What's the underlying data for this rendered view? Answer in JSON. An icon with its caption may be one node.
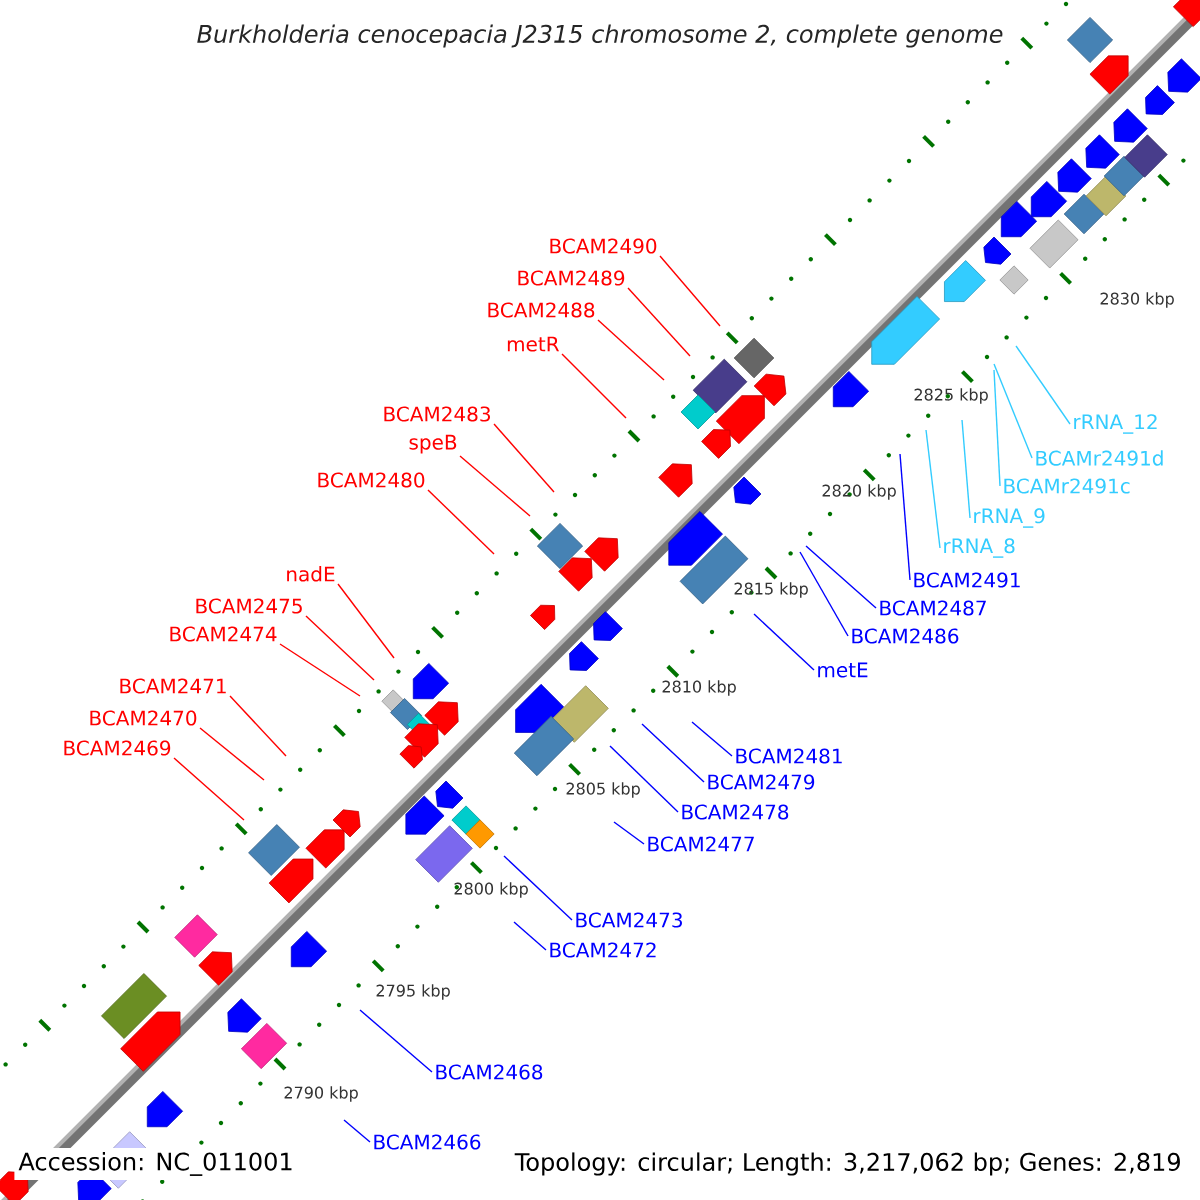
{
  "diagram": {
    "title": "Burkholderia cenocepacia J2315 chromosome 2, complete genome",
    "nodes": [
      {
        "text": [
          "BCAM2490"
        ]
      },
      {
        "text": [
          "BCAM2489"
        ]
      },
      {
        "text": [
          "BCAM2488"
        ]
      },
      {
        "text": [
          "metR"
        ]
      },
      {
        "text": [
          "BCAM2483"
        ]
      },
      {
        "text": [
          "rRNA_12"
        ]
      },
      {
        "text": [
          "speB"
        ]
      },
      {
        "text": [
          "BCAMr2491d"
        ]
      },
      {
        "text": [
          "BCAM2480"
        ]
      },
      {
        "text": [
          "BCAMr2491c"
        ]
      },
      {
        "text": [
          "rRNA_9"
        ]
      },
      {
        "text": [
          "rRNA_8"
        ]
      },
      {
        "text": [
          "nadE"
        ]
      },
      {
        "text": [
          "BCAM2491"
        ]
      },
      {
        "text": [
          "BCAM2475"
        ]
      },
      {
        "text": [
          "BCAM2487"
        ]
      },
      {
        "text": [
          "BCAM2474"
        ]
      },
      {
        "text": [
          "BCAM2486"
        ]
      },
      {
        "text": [
          "metE"
        ]
      },
      {
        "text": [
          "BCAM2471"
        ]
      },
      {
        "text": [
          "BCAM2470"
        ]
      },
      {
        "text": [
          "BCAM2469"
        ]
      },
      {
        "text": [
          "BCAM2481"
        ]
      },
      {
        "text": [
          "BCAM2479"
        ]
      },
      {
        "text": [
          "BCAM2478"
        ]
      },
      {
        "text": [
          "BCAM2477"
        ]
      },
      {
        "text": [
          "BCAM2473"
        ]
      },
      {
        "text": [
          "BCAM2472"
        ]
      },
      {
        "text": [
          "BCAM2468"
        ]
      },
      {
        "text": [
          "BCAM2466"
        ]
      }
    ],
    "edges": [
      {
        "from": 0,
        "to": null,
        "arrow": "none"
      },
      {
        "from": 1,
        "to": null,
        "arrow": "none"
      },
      {
        "from": 2,
        "to": null,
        "arrow": "none"
      },
      {
        "from": 3,
        "to": null,
        "arrow": "none"
      },
      {
        "from": 4,
        "to": null,
        "arrow": "none"
      },
      {
        "from": 5,
        "to": null,
        "arrow": "none",
        "color": "#33ccff"
      },
      {
        "from": 6,
        "to": null,
        "arrow": "none"
      },
      {
        "from": 7,
        "to": null,
        "arrow": "none",
        "color": "#33ccff"
      },
      {
        "from": 8,
        "to": null,
        "arrow": "none"
      },
      {
        "from": 9,
        "to": null,
        "arrow": "none",
        "color": "#33ccff"
      },
      {
        "from": 10,
        "to": null,
        "arrow": "none",
        "color": "#33ccff"
      },
      {
        "from": 11,
        "to": null,
        "arrow": "none",
        "color": "#33ccff"
      },
      {
        "from": 12,
        "to": null,
        "arrow": "none"
      },
      {
        "from": 13,
        "to": null,
        "arrow": "none",
        "color": "#0000ff"
      },
      {
        "from": 14,
        "to": null,
        "arrow": "none"
      },
      {
        "from": 15,
        "to": null,
        "arrow": "none",
        "color": "#0000ff"
      },
      {
        "from": 16,
        "to": null,
        "arrow": "none"
      },
      {
        "from": 17,
        "to": null,
        "arrow": "none",
        "color": "#0000ff"
      },
      {
        "from": 18,
        "to": null,
        "arrow": "none",
        "color": "#0000ff"
      },
      {
        "from": 19,
        "to": null,
        "arrow": "none"
      },
      {
        "from": 20,
        "to": null,
        "arrow": "none"
      },
      {
        "from": 21,
        "to": null,
        "arrow": "none"
      },
      {
        "from": 22,
        "to": null,
        "arrow": "none",
        "color": "#0000ff"
      },
      {
        "from": 23,
        "to": null,
        "arrow": "none",
        "color": "#0000ff"
      },
      {
        "from": 24,
        "to": null,
        "arrow": "none",
        "color": "#0000ff"
      },
      {
        "from": 25,
        "to": null,
        "arrow": "none",
        "color": "#0000ff"
      },
      {
        "from": 26,
        "to": null,
        "arrow": "none",
        "color": "#0000ff"
      },
      {
        "from": 27,
        "to": null,
        "arrow": "none",
        "color": "#0000ff"
      },
      {
        "from": 28,
        "to": null,
        "arrow": "none",
        "color": "#0000ff"
      },
      {
        "from": 29,
        "to": null,
        "arrow": "none",
        "color": "#0000ff"
      }
    ],
    "labels": [
      "2830 kbp",
      "2825 kbp",
      "2820 kbp",
      "2815 kbp",
      "2810 kbp",
      "2805 kbp",
      "2800 kbp",
      "2795 kbp",
      "2790 kbp",
      "Accession: NC_011001",
      "Topology: circular; Length: 3,217,062 bp; Genes: 2,819"
    ]
  }
}
